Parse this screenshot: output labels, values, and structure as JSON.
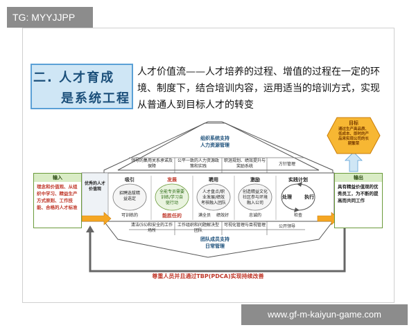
{
  "watermark_top": "TG: MYYJJPP",
  "watermark_bottom": "www.gf-m-kaiyun-game.com",
  "hero": {
    "line1": "二. 人才育成",
    "line2": "是系统工程"
  },
  "paragraph": "人才价值流——人才培养的过程、增值的过程在一定的环境、制度下，结合培训内容，运用适当的培训方式，实现从普通人到目标人才的转变",
  "diagram": {
    "top_title_1": "组织系统支持",
    "top_title_2": "人力资源管理",
    "top_cells": [
      "领导的集用关系承诺及保障",
      "公平一致的人力资源政策和实践",
      "职涯规划、绩效提升与奖励系统",
      "方针管理"
    ],
    "input_label": "输入",
    "input_text": "理念和价值观、从组织中学习、精益生产方式原则、工作技能、合格的人才标准",
    "vertical_label": "优秀的人才价值观",
    "stages": [
      {
        "title": "吸引",
        "circle": "招聘选拔精益选定",
        "foot": "可训练的"
      },
      {
        "title": "发展",
        "circle": "全能专员需要训练/学习自驱行动",
        "foot": "能胜任的"
      },
      {
        "title": "聘用",
        "circle": "人才盘点/职业发展/绩效考核融入团队",
        "foot": "满全员"
      },
      {
        "title": "激励",
        "circle": "创造精益文化社区参与环境融入公司",
        "foot": "忠诚的"
      },
      {
        "title": "实践计划",
        "circle_left": "处理",
        "circle_right": "执行",
        "foot": "检查"
      }
    ],
    "stage_foot_extra": [
      "绩效好"
    ],
    "bottom_cells": [
      "清洁(5S)和安全的工作场所",
      "工作组织和问题解决型团队",
      "可视化管理与目视管理",
      "公开领导"
    ],
    "bottom_title_1": "团队成员支持",
    "bottom_title_2": "日常管理",
    "output_label": "输出",
    "output_text": "具有精益价值观的优秀员工，为不断的提高而共同工作",
    "goal_title": "目标",
    "goal_text": "通过生产高品质、低成本、即时的产品来实现公司的长期繁荣",
    "bottom_caption": "尊重人员并且通过TBP(PDCA)实现持续改善"
  },
  "colors": {
    "accent_blue": "#5aa0d6",
    "green": "#6a9a3a",
    "orange": "#f5a623",
    "red_text": "#c0392b",
    "goal_fill": "#f7b733"
  }
}
